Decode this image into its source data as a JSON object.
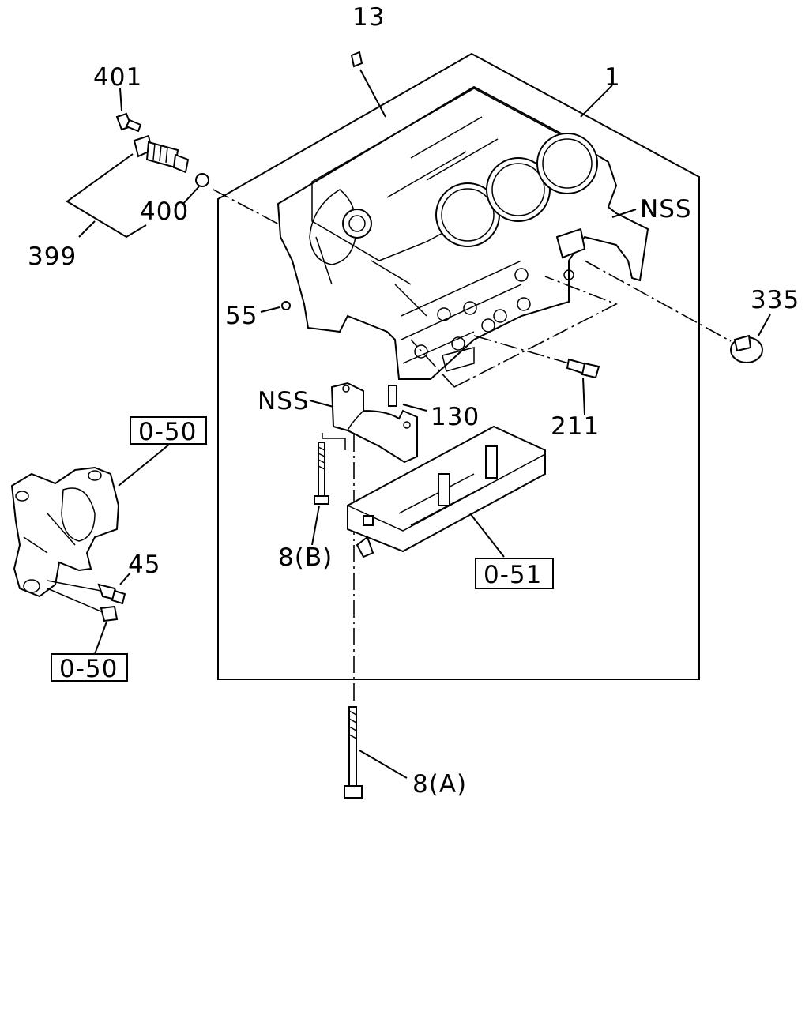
{
  "callouts": {
    "c13": "13",
    "c1": "1",
    "c401": "401",
    "c400": "400",
    "c399": "399",
    "cNSS_top": "NSS",
    "c335": "335",
    "c55": "55",
    "cNSS_mid": "NSS",
    "c130": "130",
    "c211": "211",
    "c050_top": "0-50",
    "c8B": "8(B)",
    "c45": "45",
    "c051": "0-51",
    "c050_bot": "0-50",
    "c8A": "8(A)"
  }
}
